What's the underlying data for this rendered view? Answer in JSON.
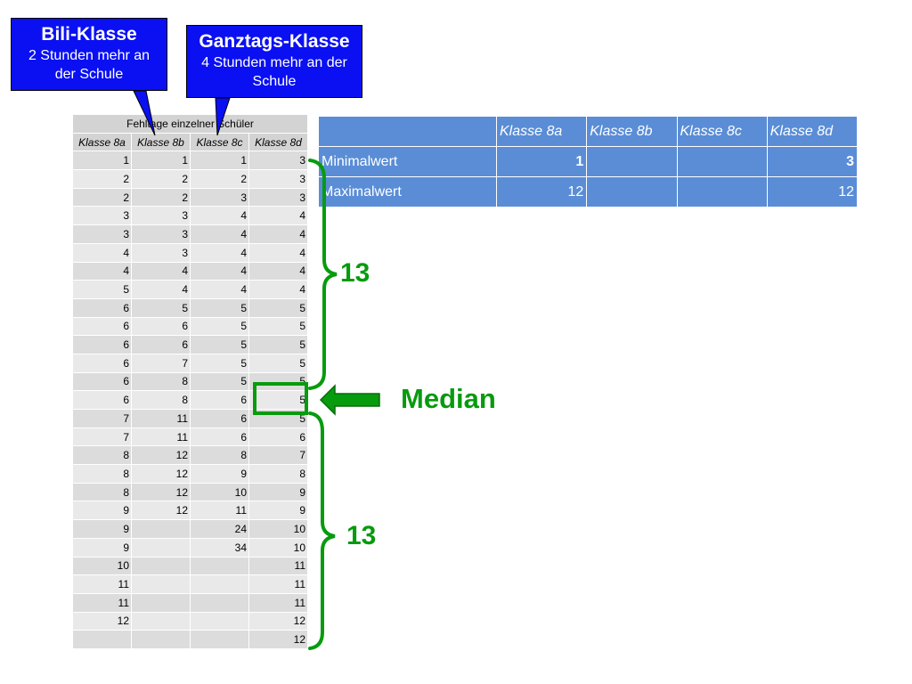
{
  "callouts": {
    "bili": {
      "title": "Bili-Klasse",
      "subtitle": "2 Stunden mehr an der Schule"
    },
    "ganztag": {
      "title": "Ganztags-Klasse",
      "subtitle": "4 Stunden mehr an der Schule"
    }
  },
  "fehltage_table": {
    "title": "Fehltage einzelner Schüler",
    "headers": [
      "Klasse 8a",
      "Klasse 8b",
      "Klasse 8c",
      "Klasse 8d"
    ],
    "rows": [
      [
        "1",
        "1",
        "1",
        "3"
      ],
      [
        "2",
        "2",
        "2",
        "3"
      ],
      [
        "2",
        "2",
        "3",
        "3"
      ],
      [
        "3",
        "3",
        "4",
        "4"
      ],
      [
        "3",
        "3",
        "4",
        "4"
      ],
      [
        "4",
        "3",
        "4",
        "4"
      ],
      [
        "4",
        "4",
        "4",
        "4"
      ],
      [
        "5",
        "4",
        "4",
        "4"
      ],
      [
        "6",
        "5",
        "5",
        "5"
      ],
      [
        "6",
        "6",
        "5",
        "5"
      ],
      [
        "6",
        "6",
        "5",
        "5"
      ],
      [
        "6",
        "7",
        "5",
        "5"
      ],
      [
        "6",
        "8",
        "5",
        "5"
      ],
      [
        "6",
        "8",
        "6",
        "5"
      ],
      [
        "7",
        "11",
        "6",
        "5"
      ],
      [
        "7",
        "11",
        "6",
        "6"
      ],
      [
        "8",
        "12",
        "8",
        "7"
      ],
      [
        "8",
        "12",
        "9",
        "8"
      ],
      [
        "8",
        "12",
        "10",
        "9"
      ],
      [
        "9",
        "12",
        "11",
        "9"
      ],
      [
        "9",
        "",
        "24",
        "10"
      ],
      [
        "9",
        "",
        "34",
        "10"
      ],
      [
        "10",
        "",
        "",
        "11"
      ],
      [
        "11",
        "",
        "",
        "11"
      ],
      [
        "11",
        "",
        "",
        "11"
      ],
      [
        "12",
        "",
        "",
        "12"
      ],
      [
        "",
        "",
        "",
        "12"
      ]
    ]
  },
  "summary_table": {
    "headers": [
      "",
      "Klasse 8a",
      "Klasse 8b",
      "Klasse 8c",
      "Klasse 8d"
    ],
    "rows": [
      {
        "label": "Minimalwert",
        "values": [
          "1",
          "",
          "",
          "3"
        ]
      },
      {
        "label": "Maximalwert",
        "values": [
          "12",
          "",
          "",
          "12"
        ]
      }
    ]
  },
  "annotations": {
    "upper_count": "13",
    "lower_count": "13",
    "median_label": "Median"
  },
  "colors": {
    "callout_blue": "#0a10f2",
    "summary_blue": "#5a8dd6",
    "annotation_green": "#079b0e"
  }
}
